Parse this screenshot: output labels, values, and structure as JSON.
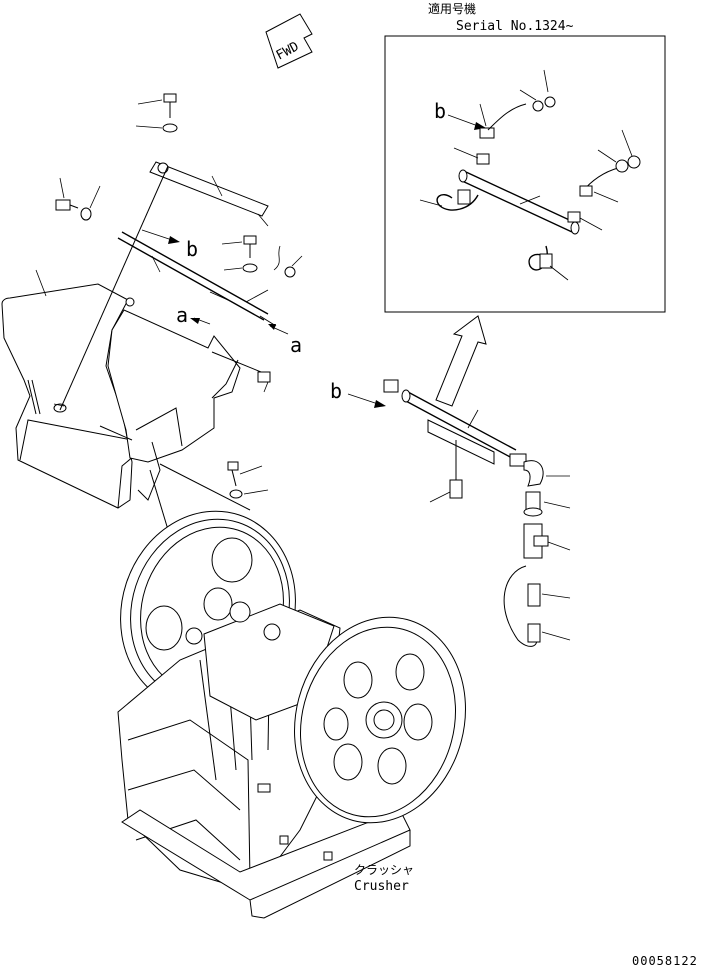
{
  "fwd_label": "FWD",
  "inset": {
    "title_jp": "適用号機",
    "serial": "Serial No.1324~",
    "ref_b": "b"
  },
  "refs": {
    "b_upper": "b",
    "a_upper": "a",
    "a_right": "a",
    "b_lower": "b"
  },
  "crusher": {
    "label_jp": "クラッシャ",
    "label_en": "Crusher"
  },
  "drawing_number": "00058122"
}
